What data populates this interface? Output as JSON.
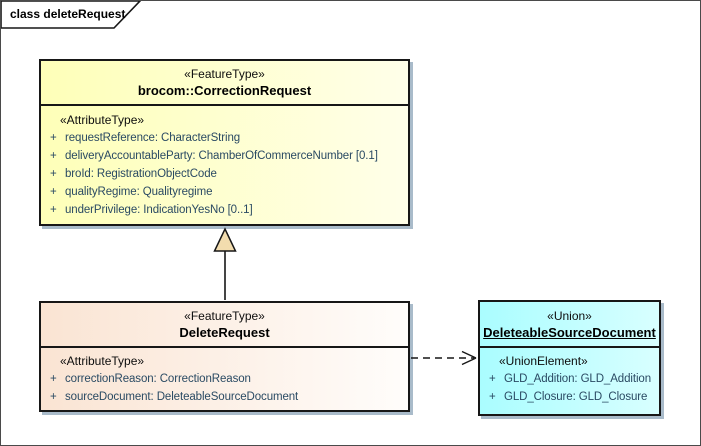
{
  "frame": {
    "title": "class deleteRequest"
  },
  "colors": {
    "shadow": "#a9bbca",
    "yellow_left": "#feffb8",
    "yellow_right": "#ffffe9",
    "peach_left": "#fae4d3",
    "peach_right": "#fffdfb",
    "cyan_left": "#aafdff",
    "cyan_right": "#d8ffff",
    "attr_text": "#2a4a63",
    "triangle_fill": "#f2dcae",
    "line_color": "#171717"
  },
  "classes": {
    "correctionRequest": {
      "stereotype": "«FeatureType»",
      "name": "brocom::CorrectionRequest",
      "attr_stereotype": "«AttributeType»",
      "attributes": [
        {
          "vis": "+",
          "text": "requestReference: CharacterString"
        },
        {
          "vis": "+",
          "text": "deliveryAccountableParty: ChamberOfCommerceNumber [0.1]"
        },
        {
          "vis": "+",
          "text": "broId: RegistrationObjectCode"
        },
        {
          "vis": "+",
          "text": "qualityRegime: Qualityregime"
        },
        {
          "vis": "+",
          "text": "underPrivilege: IndicationYesNo [0..1]"
        }
      ]
    },
    "deleteRequest": {
      "stereotype": "«FeatureType»",
      "name": "DeleteRequest",
      "attr_stereotype": "«AttributeType»",
      "attributes": [
        {
          "vis": "+",
          "text": "correctionReason: CorrectionReason"
        },
        {
          "vis": "+",
          "text": "sourceDocument: DeleteableSourceDocument"
        }
      ]
    },
    "deleteableSourceDocument": {
      "stereotype": "«Union»",
      "name": "DeleteableSourceDocument",
      "attr_stereotype": "«UnionElement»",
      "attributes": [
        {
          "vis": "+",
          "text": "GLD_Addition: GLD_Addition"
        },
        {
          "vis": "+",
          "text": "GLD_Closure: GLD_Closure"
        }
      ]
    }
  },
  "connectors": {
    "generalization": "generalization (DeleteRequest to brocom::CorrectionRequest)",
    "dependency": "dependency (DeleteRequest to DeleteableSourceDocument)"
  }
}
